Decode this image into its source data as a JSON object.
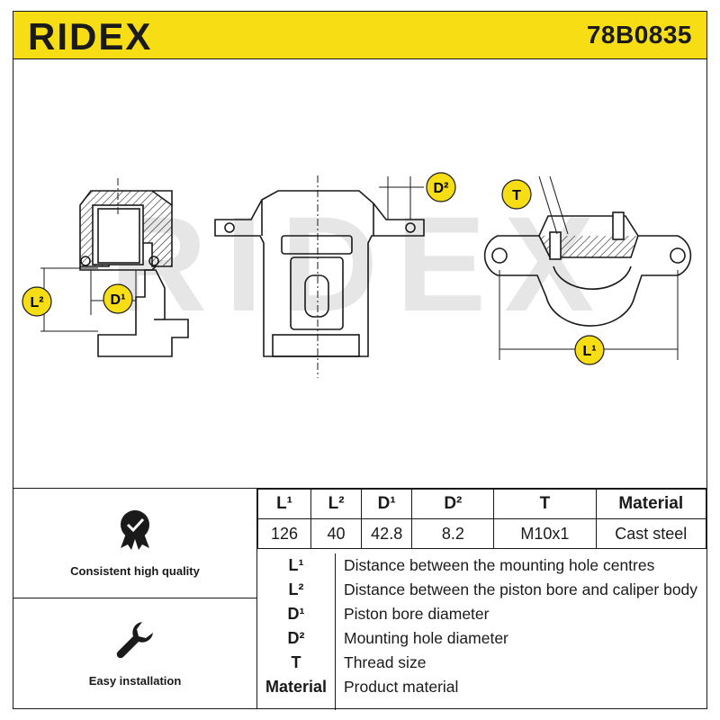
{
  "header": {
    "logo_text": "RIDEX",
    "part_number": "78B0835"
  },
  "drawing": {
    "watermark": "RIDEX",
    "callouts": {
      "l2": "L²",
      "d1": "D¹",
      "d2": "D²",
      "t": "T",
      "l1": "L¹"
    }
  },
  "features": [
    {
      "label": "Consistent high quality",
      "icon": "medal-check-icon"
    },
    {
      "label": "Easy installation",
      "icon": "wrench-icon"
    }
  ],
  "specs": {
    "headers": [
      "L¹",
      "L²",
      "D¹",
      "D²",
      "T",
      "Material"
    ],
    "values": [
      "126",
      "40",
      "42.8",
      "8.2",
      "M10x1",
      "Cast steel"
    ]
  },
  "legend": [
    {
      "key": "L¹",
      "desc": "Distance between the mounting hole centres"
    },
    {
      "key": "L²",
      "desc": "Distance between the piston bore and caliper body"
    },
    {
      "key": "D¹",
      "desc": "Piston bore diameter"
    },
    {
      "key": "D²",
      "desc": "Mounting hole diameter"
    },
    {
      "key": "T",
      "desc": "Thread size"
    },
    {
      "key": "Material",
      "desc": "Product material"
    }
  ],
  "colors": {
    "brand_yellow": "#f7dd14",
    "ink": "#1a1a1a"
  }
}
